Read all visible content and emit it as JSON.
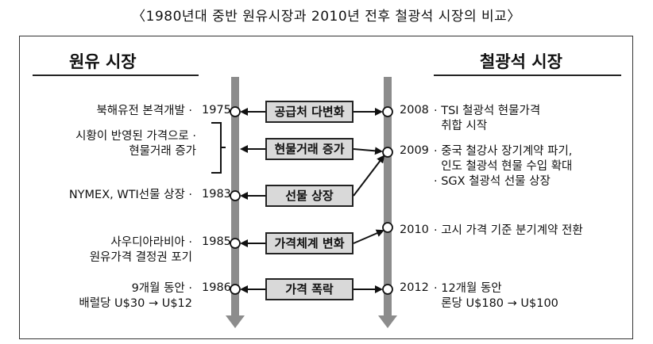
{
  "title": "〈1980년대 중반 원유시장과 2010년 전후 철광석 시장의 비교〉",
  "left_header": "원유 시장",
  "right_header": "철광석 시장",
  "events": {
    "e1": {
      "left_text": "북해유전 본격개발 ·",
      "left_year": "1975",
      "box": "공급처 다변화",
      "right_year": "2008",
      "right_text": "· TSI 철광석 현물가격\n  취합 시작"
    },
    "e2": {
      "left_text": "시황이 반영된 가격으로 ·\n현물거래 증가",
      "box": "현물거래 증가",
      "right_year": "2009",
      "right_text": "· 중국 철강사 장기계약 파기,\n  인도 철광석 현물 수입 확대\n· SGX 철광석 선물 상장"
    },
    "e3": {
      "left_text": "NYMEX, WTI선물 상장 ·",
      "left_year": "1983",
      "box": "선물 상장"
    },
    "e4": {
      "left_text": "사우디아라비아 ·\n원유가격 결정권 포기",
      "left_year": "1985",
      "box": "가격체계 변화",
      "right_year": "2010",
      "right_text": "· 고시 가격 기준 분기계약 전환"
    },
    "e5": {
      "left_text": "9개월 동안 ·\n배럴당 U$30 → U$12",
      "left_year": "1986",
      "box": "가격 폭락",
      "right_year": "2012",
      "right_text": "· 12개월 동안\n  론당 U$180 → U$100"
    }
  }
}
